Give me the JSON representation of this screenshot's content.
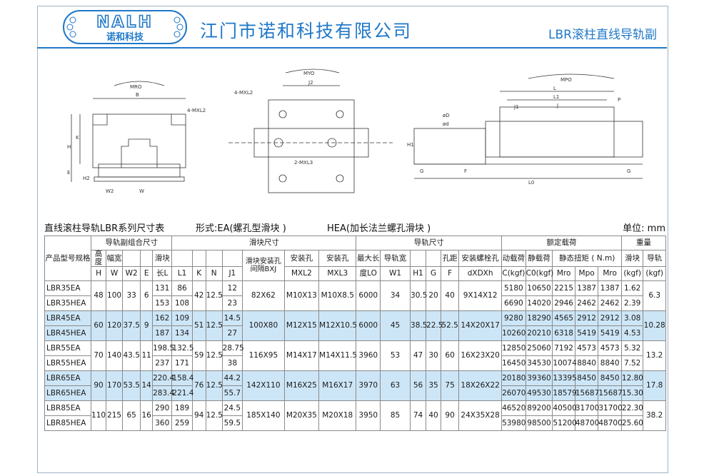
{
  "header": {
    "logo_text": "NALH",
    "logo_cn": "诺和科技",
    "company": "江门市诺和科技有限公司",
    "series": "LBR滚柱直线导轨副"
  },
  "drawing_labels": {
    "left": [
      "MRO",
      "B",
      "4-MXL2",
      "H",
      "K",
      "E",
      "H2",
      "W2",
      "W"
    ],
    "middle": [
      "MYO",
      "J2",
      "4-MXL2",
      "2-MXL3"
    ],
    "right": [
      "MPO",
      "L",
      "L1",
      "J1",
      "J",
      "P",
      "H1",
      "G",
      "ød",
      "øD",
      "F",
      "L0",
      "G"
    ]
  },
  "table_title": {
    "t1": "直线滚柱导轨LBR系列尺寸表",
    "t2": "形式:EA(螺孔型滑块 )",
    "t3": "HEA(加长法兰螺孔滑块 )",
    "t4": "单位: mm"
  },
  "table": {
    "groups": {
      "model": "产品型号规格",
      "assembly": "导轨副组合尺寸",
      "block": "滑块尺寸",
      "rail": "导轨尺寸",
      "load": "额定载荷",
      "weight": "重量"
    },
    "sub": {
      "height": "高度",
      "width": "幅宽",
      "block": "滑块",
      "block_spacing": "滑块安装孔间隔BXJ",
      "mount_hole1": "安装孔",
      "mount_hole2": "安装孔",
      "max_len": "最大长",
      "rail_width": "导轨宽",
      "pitch": "孔距",
      "bolt": "安装螺栓孔",
      "dyn": "动载荷",
      "stat": "静载荷",
      "torque": "静态扭矩 ( N.m)",
      "block_w": "滑块",
      "rail_w": "导轨"
    },
    "cols": {
      "H": "H",
      "W": "W",
      "W2": "W2",
      "E": "E",
      "L": "长L",
      "L1": "L1",
      "K": "K",
      "N": "N",
      "J1": "J1",
      "MXL2": "MXL2",
      "MXL3": "MXL3",
      "LO": "度LO",
      "W1": "W1",
      "H1": "H1",
      "G": "G",
      "F": "F",
      "dXDXh": "dXDXh",
      "C": "C(kgf)",
      "C0": "C0(kgf)",
      "Mro": "Mro",
      "Mpo": "Mpo",
      "Myo": "Mro",
      "kgf1": "(kgf)",
      "kgf2": "(kgf)"
    },
    "rows": [
      {
        "m1": "LBR35EA",
        "m2": "LBR35HEA",
        "H": "48",
        "W": "100",
        "W2": "33",
        "E": "6",
        "L_a": "131",
        "L_b": "153",
        "L1_a": "86",
        "L1_b": "108",
        "K": "42",
        "N": "12.5",
        "J1_a": "12",
        "J1_b": "23",
        "BXJ": "82X62",
        "MXL2": "M10X13",
        "MXL3": "M10X8.5",
        "LO": "6000",
        "W1": "34",
        "H1": "30.5",
        "G": "20",
        "F": "40",
        "d": "9X14X12",
        "C_a": "5180",
        "C_b": "6690",
        "C0_a": "10650",
        "C0_b": "14020",
        "Mro_a": "2215",
        "Mro_b": "2946",
        "Mpo_a": "1387",
        "Mpo_b": "2462",
        "Myo_a": "1387",
        "Myo_b": "2462",
        "wb_a": "1.62",
        "wb_b": "2.39",
        "wr": "6.3",
        "blue": false
      },
      {
        "m1": "LBR45EA",
        "m2": "LBR45HEA",
        "H": "60",
        "W": "120",
        "W2": "37.5",
        "E": "9",
        "L_a": "162",
        "L_b": "187",
        "L1_a": "109",
        "L1_b": "134",
        "K": "51",
        "N": "12.5",
        "J1_a": "14.5",
        "J1_b": "27",
        "BXJ": "100X80",
        "MXL2": "M12X15",
        "MXL3": "M12X10.5",
        "LO": "6000",
        "W1": "45",
        "H1": "38.5",
        "G": "22.5",
        "F": "52.5",
        "d": "14X20X17",
        "C_a": "9280",
        "C_b": "10260",
        "C0_a": "18290",
        "C0_b": "20210",
        "Mro_a": "4565",
        "Mro_b": "6318",
        "Mpo_a": "2912",
        "Mpo_b": "5419",
        "Myo_a": "2912",
        "Myo_b": "5419",
        "wb_a": "3.08",
        "wb_b": "4.53",
        "wr": "10.28",
        "blue": true
      },
      {
        "m1": "LBR55EA",
        "m2": "LBR55HEA",
        "H": "70",
        "W": "140",
        "W2": "43.5",
        "E": "11",
        "L_a": "198.5",
        "L_b": "237",
        "L1_a": "132.5",
        "L1_b": "171",
        "K": "59",
        "N": "12.5",
        "J1_a": "28.75",
        "J1_b": "38",
        "BXJ": "116X95",
        "MXL2": "M14X17",
        "MXL3": "M14X11.5",
        "LO": "3960",
        "W1": "53",
        "H1": "47",
        "G": "30",
        "F": "60",
        "d": "16X23X20",
        "C_a": "12850",
        "C_b": "16450",
        "C0_a": "25060",
        "C0_b": "34530",
        "Mro_a": "7192",
        "Mro_b": "10074",
        "Mpo_a": "4573",
        "Mpo_b": "8840",
        "Myo_a": "4573",
        "Myo_b": "8840",
        "wb_a": "5.32",
        "wb_b": "7.52",
        "wr": "13.2",
        "blue": false
      },
      {
        "m1": "LBR65EA",
        "m2": "LBR65HEA",
        "H": "90",
        "W": "170",
        "W2": "53.5",
        "E": "14",
        "L_a": "220.4",
        "L_b": "283.4",
        "L1_a": "158.4",
        "L1_b": "221.4",
        "K": "76",
        "N": "12.5",
        "J1_a": "44.2",
        "J1_b": "55.7",
        "BXJ": "142X110",
        "MXL2": "M16X25",
        "MXL3": "M16X17",
        "LO": "3970",
        "W1": "63",
        "H1": "56",
        "G": "35",
        "F": "75",
        "d": "18X26X22",
        "C_a": "20180",
        "C_b": "26070",
        "C0_a": "39360",
        "C0_b": "49530",
        "Mro_a": "13395",
        "Mro_b": "18579",
        "Mpo_a": "8450",
        "Mpo_b": "15687",
        "Myo_a": "8450",
        "Myo_b": "15687",
        "wb_a": "12.80",
        "wb_b": "15.30",
        "wr": "17.8",
        "blue": true
      },
      {
        "m1": "LBR85EA",
        "m2": "LBR85HEA",
        "H": "110",
        "W": "215",
        "W2": "65",
        "E": "16",
        "L_a": "290",
        "L_b": "360",
        "L1_a": "189",
        "L1_b": "259",
        "K": "94",
        "N": "12.5",
        "J1_a": "24.5",
        "J1_b": "59.5",
        "BXJ": "185X140",
        "MXL2": "M20X35",
        "MXL3": "M20X18",
        "LO": "3950",
        "W1": "85",
        "H1": "74",
        "G": "40",
        "F": "90",
        "d": "24X35X28",
        "C_a": "46520",
        "C_b": "53980",
        "C0_a": "89200",
        "C0_b": "98500",
        "Mro_a": "40500",
        "Mro_b": "51200",
        "Mpo_a": "31700",
        "Mpo_b": "48700",
        "Myo_a": "31700",
        "Myo_b": "48700",
        "wb_a": "22.30",
        "wb_b": "25.60",
        "wr": "38.2",
        "blue": false
      }
    ]
  },
  "colors": {
    "brand_blue": "#1f78c8",
    "row_blue": "#cde6f7",
    "line": "#8a8a8a"
  }
}
